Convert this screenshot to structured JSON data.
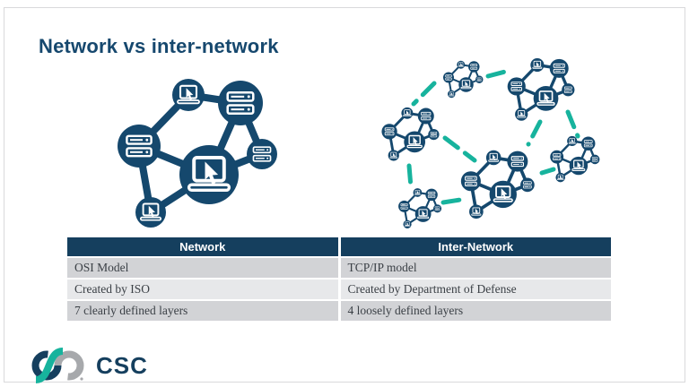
{
  "title": "Network vs inter-network",
  "colors": {
    "navy": "#15486d",
    "header_navy": "#153f5e",
    "title_navy": "#16486e",
    "teal": "#17b39d",
    "row_gray": "#d2d3d6",
    "row_light": "#e7e8ea",
    "body_text": "#3b4046",
    "logo_gray": "#a7a9ac",
    "slide_border": "#d9d9db"
  },
  "diagram": {
    "left_label": "single network of laptops and servers",
    "right_label": "six small networks joined by dashed links",
    "icons": [
      "laptop-icon",
      "server-icon"
    ]
  },
  "table": {
    "columns": [
      "Network",
      "Inter-Network"
    ],
    "rows": [
      [
        "OSI Model",
        "TCP/IP model"
      ],
      [
        "Created by ISO",
        "Created by Department of Defense"
      ],
      [
        "7 clearly defined layers",
        "4 loosely defined layers"
      ]
    ]
  },
  "logo": {
    "text": "CSC"
  }
}
